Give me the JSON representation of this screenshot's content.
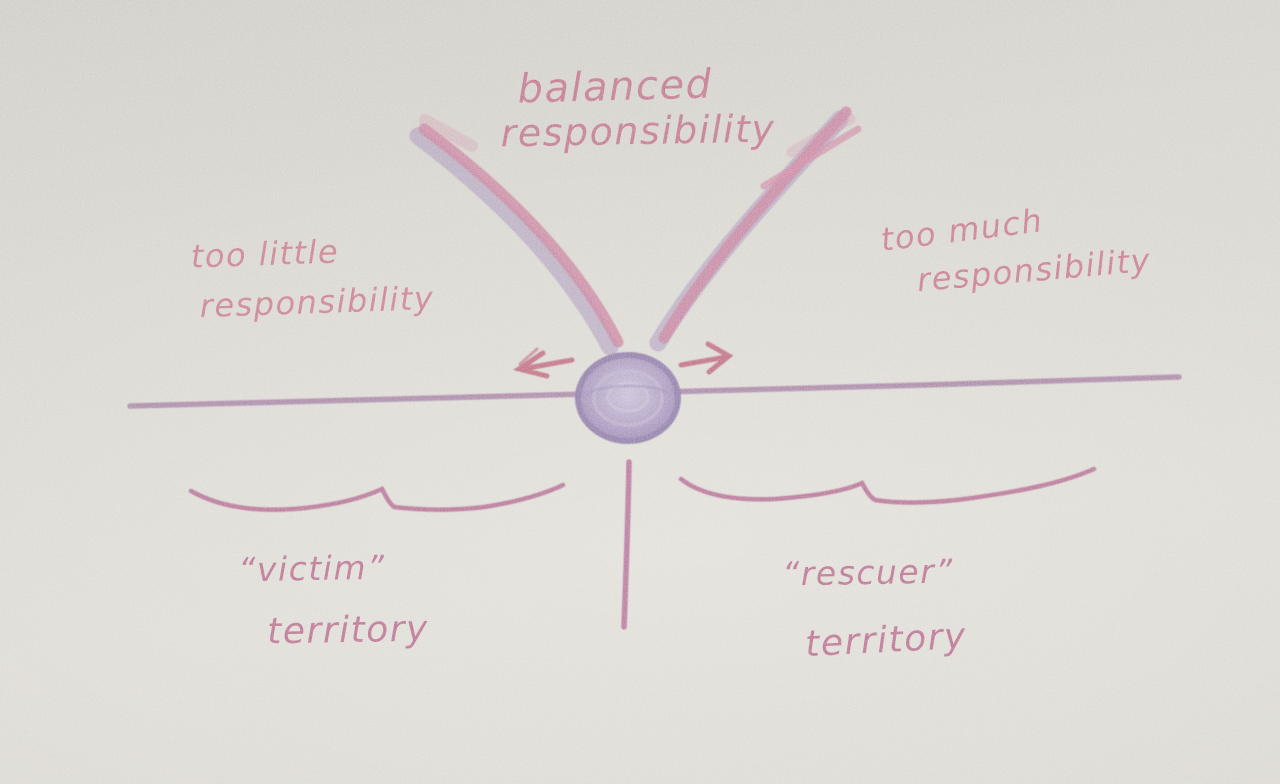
{
  "diagram": {
    "description": "hand-drawn pencil diagram of a balance point between too little and too much responsibility",
    "labels": {
      "balanced": {
        "line1": "balanced",
        "line2": "responsibility"
      },
      "too_little": {
        "line1": "too little",
        "line2": "responsibility"
      },
      "too_much": {
        "line1": "too much",
        "line2": "responsibility"
      },
      "victim": {
        "line1": "“victim”",
        "line2": "territory"
      },
      "rescuer": {
        "line1": "“rescuer”",
        "line2": "territory"
      }
    },
    "icons": {
      "left_arrow": "←",
      "right_arrow": "→"
    },
    "colors": {
      "paper": "#d2cfc8",
      "ink_pink": "#b1486a",
      "ink_red_pink": "#be5268",
      "ink_magenta": "#a63f6e",
      "curve_pink": "#bd5e86",
      "curve_purple": "#7f66a6",
      "ball_fill": "#8b74ad",
      "ball_outline": "#6b5492",
      "balance_line_purple": "#8a6191",
      "arrow_red": "#ab3550"
    }
  }
}
